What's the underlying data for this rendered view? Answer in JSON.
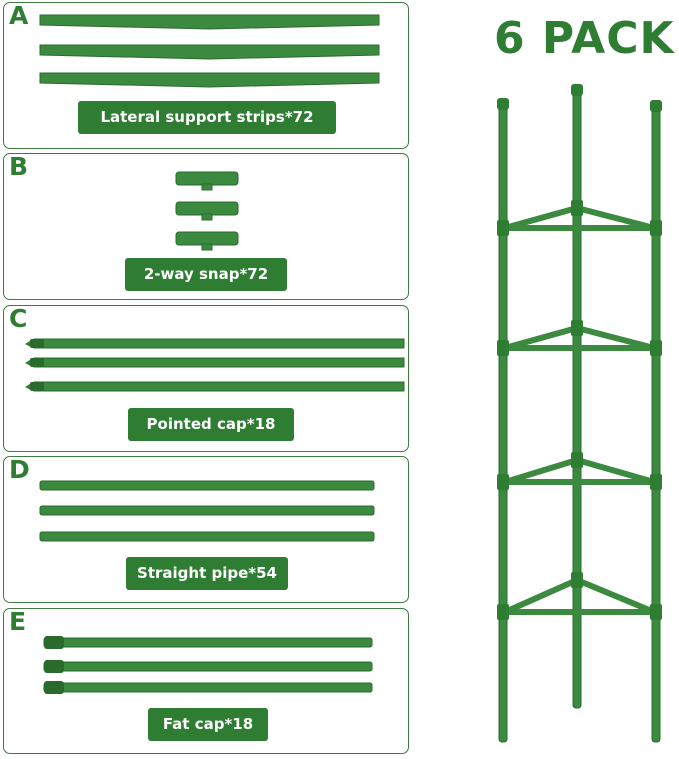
{
  "pack": {
    "title": "6 PACK"
  },
  "panels": [
    {
      "letter": "A",
      "label": "Lateral support strips*72"
    },
    {
      "letter": "B",
      "label": "2-way snap*72"
    },
    {
      "letter": "C",
      "label": "Pointed cap*18"
    },
    {
      "letter": "D",
      "label": "Straight pipe*54"
    },
    {
      "letter": "E",
      "label": "Fat cap*18"
    }
  ],
  "colors": {
    "green": "#2e7d32",
    "part_green": "#3c8a3f",
    "border": "#3f7a42"
  }
}
